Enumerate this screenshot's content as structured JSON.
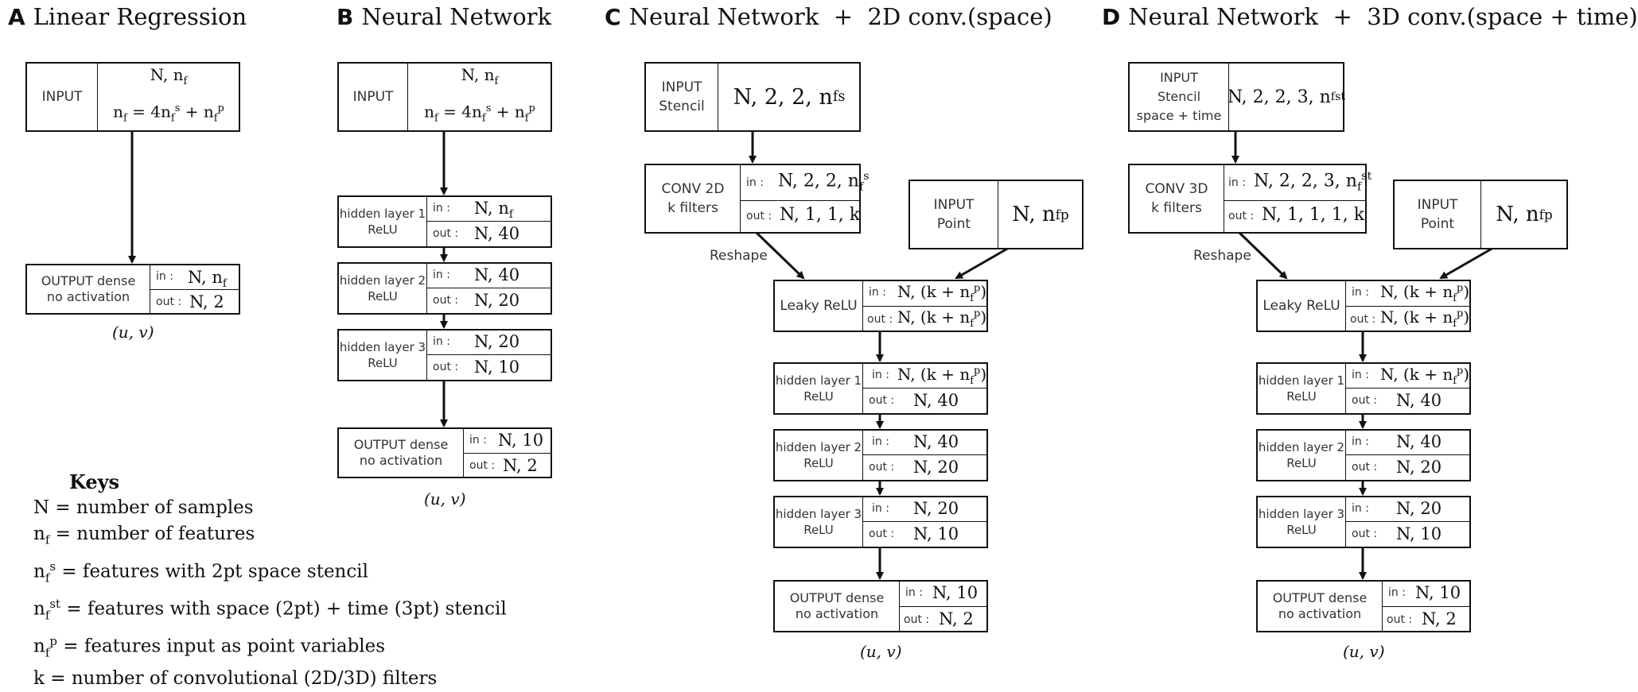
{
  "panels": [
    {
      "letter": "A",
      "title": "Linear Regression"
    },
    {
      "letter": "B",
      "title": "Neural Network"
    },
    {
      "letter": "C",
      "title": "Neural Network  +  2D conv.(space)"
    },
    {
      "letter": "D",
      "title": "Neural Network  +  3D conv.(space + time)"
    }
  ],
  "labels": {
    "input": "INPUT",
    "input_stencil_1": "INPUT",
    "input_stencil_2": "Stencil",
    "input_st_3": "space + time",
    "input_point_1": "INPUT",
    "input_point_2": "Point",
    "output_1": "OUTPUT dense",
    "output_2": "no activation",
    "hidden1": "hidden layer 1",
    "hidden2": "hidden layer 2",
    "hidden3": "hidden layer 3",
    "relu": "ReLU",
    "leaky": "Leaky ReLU",
    "conv2d": "CONV 2D",
    "conv3d": "CONV 3D",
    "kfilters": "k filters",
    "in": "in :",
    "out": "out :",
    "reshape": "Reshape",
    "uv": "(u, v)"
  },
  "values": {
    "n_40": "N, 40",
    "n_20": "N, 20",
    "n_10": "N, 10",
    "n_2": "N, 2",
    "n_1_1_k": "N, 1, 1, k",
    "n_1_1_1_k": "N, 1, 1, 1, k"
  },
  "keys": {
    "title": "Keys",
    "n": "N = number of samples",
    "nf": "= number of features",
    "nfs": "= features with 2pt space stencil",
    "nfst": "= features with space (2pt) + time (3pt) stencil",
    "nfp": "= features input as point variables",
    "k": "k = number of convolutional (2D/3D) filters"
  }
}
